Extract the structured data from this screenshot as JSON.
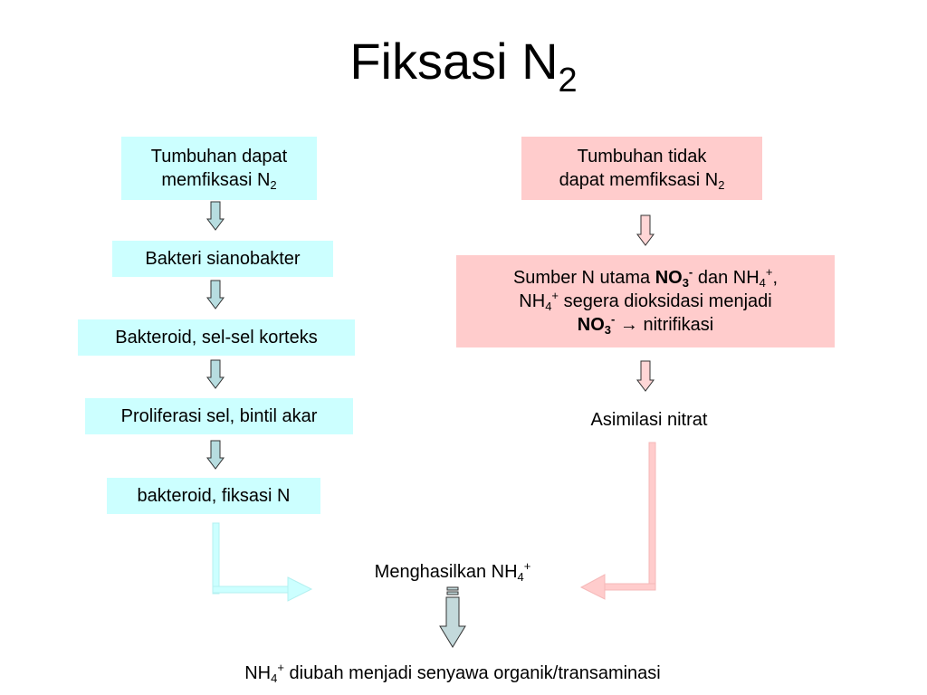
{
  "title": {
    "text": "Fiksasi N",
    "sub": "2"
  },
  "left": {
    "box1": {
      "line1": "Tumbuhan dapat",
      "line2": "memfiksasi N",
      "sub": "2"
    },
    "box2": "Bakteri sianobakter",
    "box3": "Bakteroid, sel-sel korteks",
    "box4": "Proliferasi sel, bintil akar",
    "box5": "bakteroid, fiksasi N"
  },
  "right": {
    "box1": {
      "line1": "Tumbuhan tidak",
      "line2": "dapat memfiksasi N",
      "sub": "2"
    },
    "box2": {
      "a": "Sumber N utama ",
      "no": "NO",
      "no_sub": "3",
      "no_sup": "-",
      "b": " dan NH",
      "nh_sub": "4",
      "nh_sup": "+",
      "c": ",",
      "d": "NH",
      "d_sub": "4",
      "d_sup": "+",
      "e": " segera dioksidasi menjadi",
      "f": "NO",
      "f_sub": "3",
      "f_sup": "-",
      "g": " → nitrifikasi"
    },
    "label": "Asimilasi nitrat"
  },
  "center": {
    "result": {
      "text": "Menghasilkan NH",
      "sub": "4",
      "sup": "+"
    },
    "final": {
      "a": "NH",
      "sub": "4",
      "sup": "+",
      "b": " diubah menjadi senyawa organik/transaminasi"
    }
  },
  "colors": {
    "left_box": "#ccffff",
    "right_box": "#ffcccc",
    "left_arrow": "#b7dde0",
    "right_arrow": "#ffd6d6",
    "left_line": "#ccffff",
    "right_line": "#ffcccc",
    "center_arrow": "#c3d9db"
  }
}
